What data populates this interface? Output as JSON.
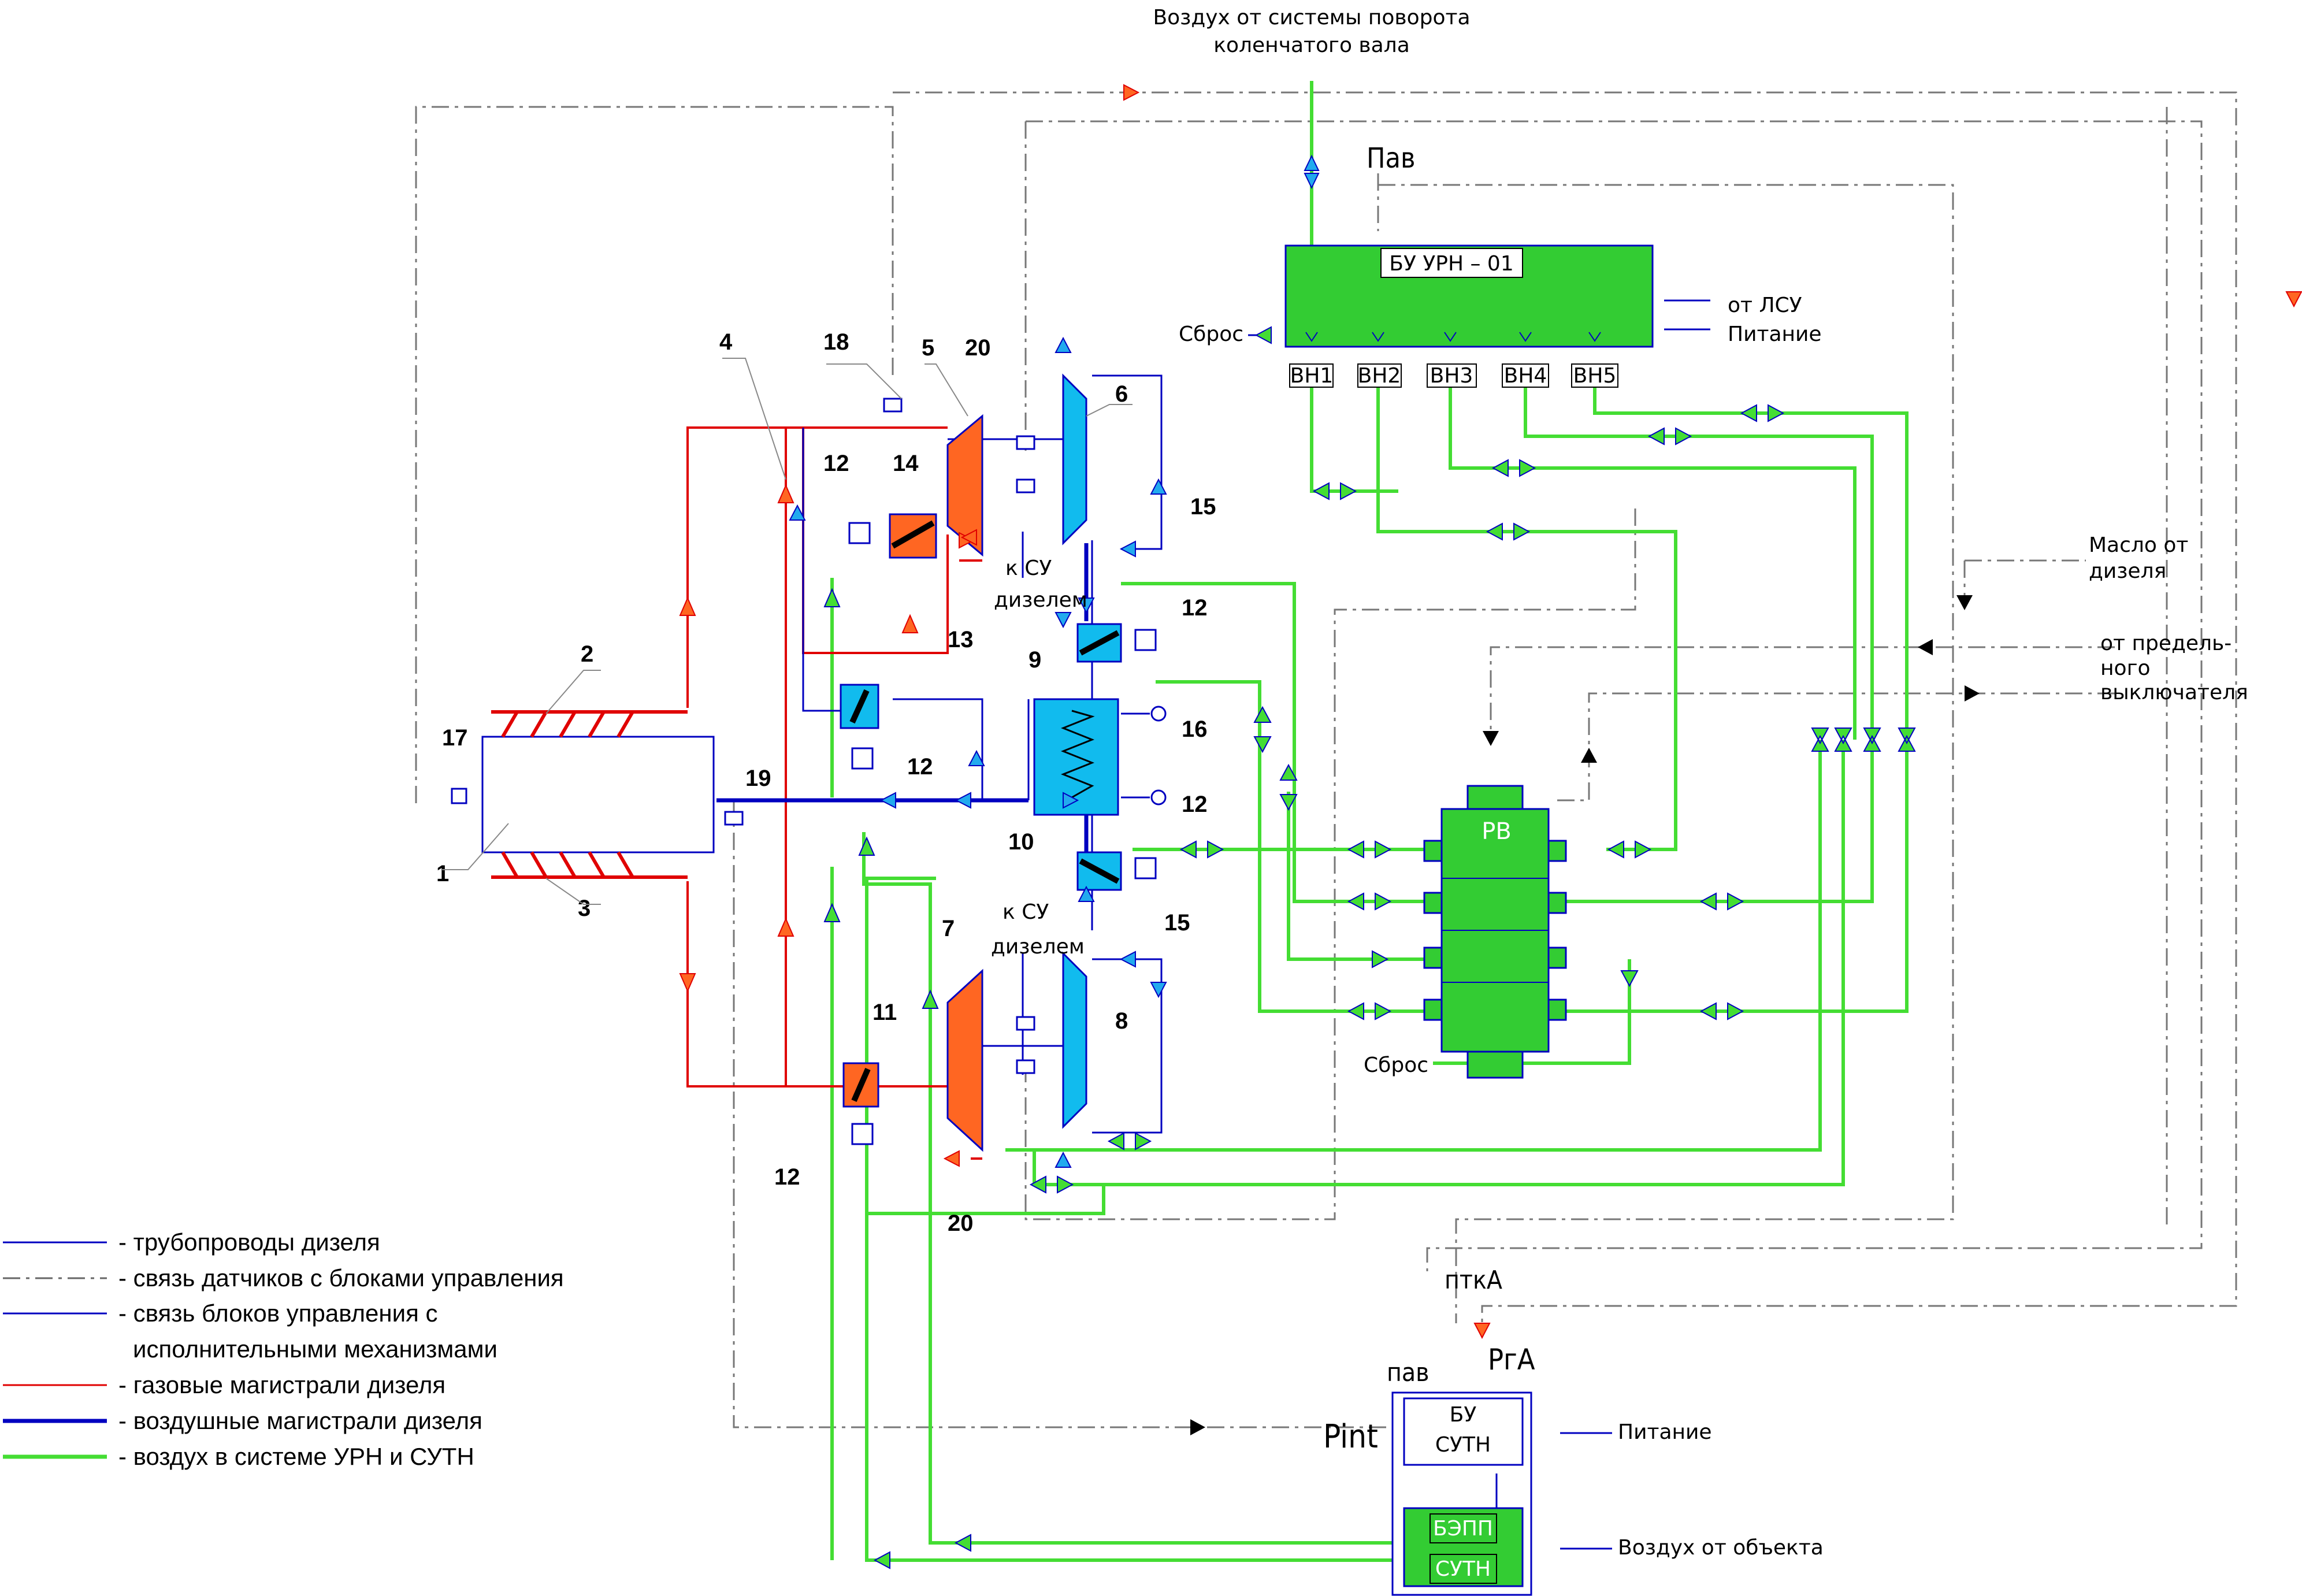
{
  "top_label": {
    "line1": "Воздух от системы поворота",
    "line2": "коленчатого вала"
  },
  "p_ab_top": "Пав",
  "buurn": {
    "title": "БУ УРН – 01",
    "vn": [
      "ВН1",
      "ВН2",
      "ВН3",
      "ВН4",
      "ВН5"
    ],
    "sbros": "Сброс",
    "ot_lsu": "от ЛСУ",
    "pitanie": "Питание"
  },
  "maslo": {
    "line1": "Масло от",
    "line2": "дизеля"
  },
  "ot_predel": {
    "line1": "от предель-",
    "line2": "ного",
    "line3": "выключателя"
  },
  "rv": {
    "title": "РВ",
    "sbros": "Сброс"
  },
  "k_su_upper": {
    "line1": "к СУ",
    "line2": "дизелем"
  },
  "k_su_lower": {
    "line1": "к СУ",
    "line2": "дизелем"
  },
  "numbers": [
    "1",
    "2",
    "3",
    "4",
    "5",
    "6",
    "7",
    "8",
    "9",
    "10",
    "11",
    "12",
    "13",
    "14",
    "15",
    "16",
    "17",
    "18",
    "19",
    "20"
  ],
  "sutn": {
    "bu_line1": "БУ",
    "bu_line2": "СУТН",
    "bezpp_line1": "БЭПП",
    "bezpp_line2": "СУТН",
    "pitanie": "Питание",
    "vozduh": "Воздух от объекта"
  },
  "p_int": "Pint",
  "p_tka": "пткА",
  "p_ab_low": "пав",
  "p_ga": "PгА",
  "legend": [
    {
      "text": "- трубопроводы дизеля",
      "color": "#0000c0",
      "style": "thin"
    },
    {
      "text": "- связь датчиков с блоками управления",
      "color": "#555555",
      "style": "dashdot"
    },
    {
      "text": "- связь блоков управления с",
      "color": "#0000c0",
      "style": "thin"
    },
    {
      "text": "исполнительными механизмами",
      "color": "",
      "style": "none"
    },
    {
      "text": "- газовые магистрали дизеля",
      "color": "#e00000",
      "style": "thin"
    },
    {
      "text": "- воздушные магистрали дизеля",
      "color": "#0000c0",
      "style": "thick"
    },
    {
      "text": "- воздух в системе УРН и СУТН",
      "color": "#33dd22",
      "style": "thick"
    }
  ],
  "colors": {
    "pipe": "#0000c0",
    "gas": "#e00000",
    "green_air": "#44dd33",
    "block_green": "#33cc33",
    "turbine_orange": "#ff6622",
    "cooler_blue": "#11bbee",
    "dash": "#666666"
  }
}
